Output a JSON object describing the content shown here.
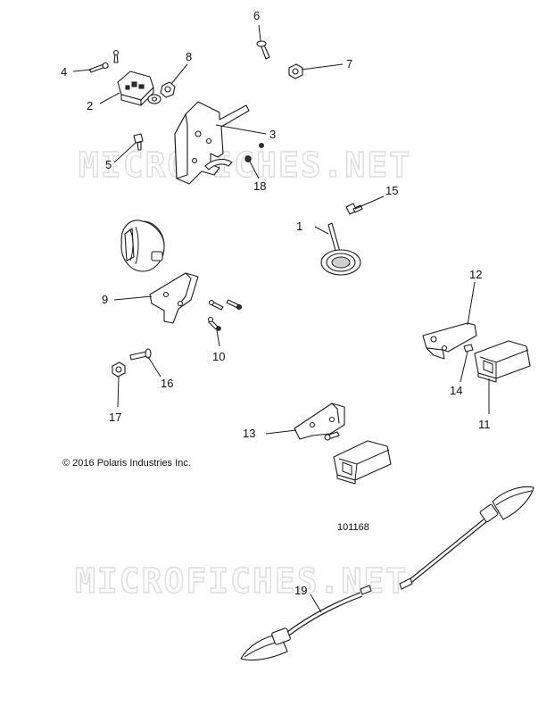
{
  "watermark": "MICROFICHES.NET",
  "copyright": "© 2016 Polaris Industries Inc.",
  "reference_number": "101168",
  "callouts": [
    "1",
    "2",
    "3",
    "4",
    "5",
    "6",
    "7",
    "8",
    "9",
    "10",
    "11",
    "12",
    "13",
    "14",
    "15",
    "16",
    "17",
    "18",
    "19"
  ]
}
